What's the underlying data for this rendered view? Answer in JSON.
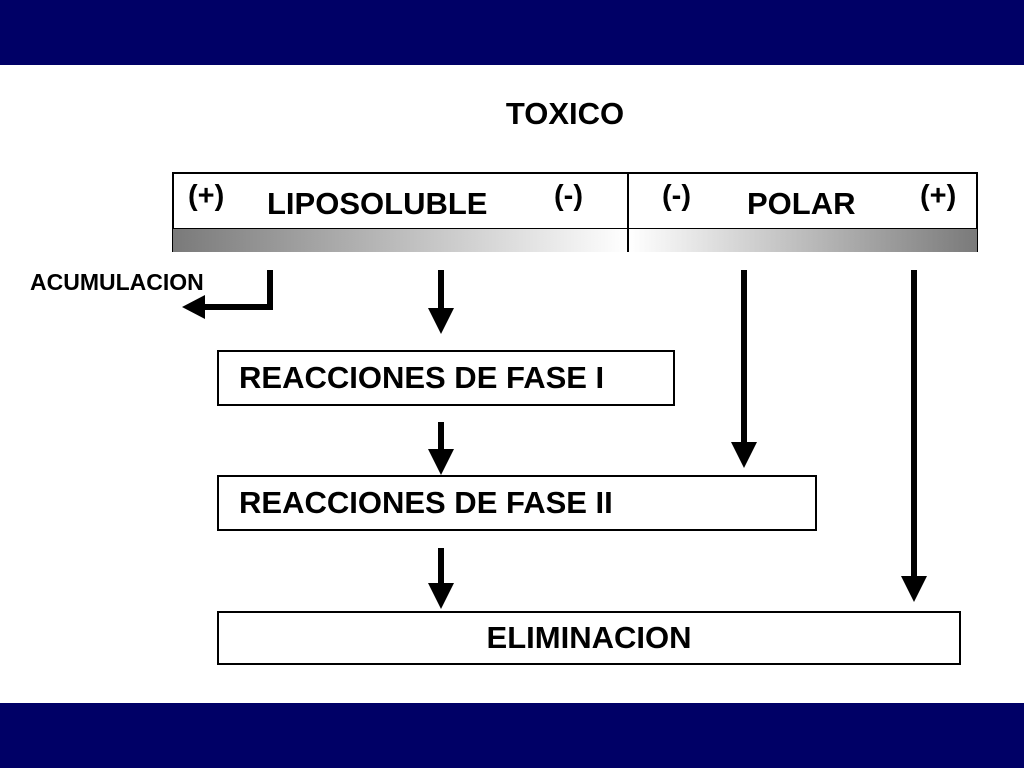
{
  "title": "TOXICO",
  "spectrum": {
    "liposoluble": {
      "label": "LIPOSOLUBLE",
      "sign_left": "(+)",
      "sign_right": "(-)"
    },
    "polar": {
      "label": "POLAR",
      "sign_left": "(-)",
      "sign_right": "(+)"
    }
  },
  "accumulation_label": "ACUMULACION",
  "steps": [
    {
      "label": "REACCIONES DE FASE I"
    },
    {
      "label": "REACCIONES DE FASE II"
    },
    {
      "label": "ELIMINACION"
    }
  ],
  "colors": {
    "band": "#000066",
    "background": "#ffffff",
    "ink": "#000000",
    "gradient_dark": "#7a7a7a",
    "gradient_light": "#ffffff"
  }
}
